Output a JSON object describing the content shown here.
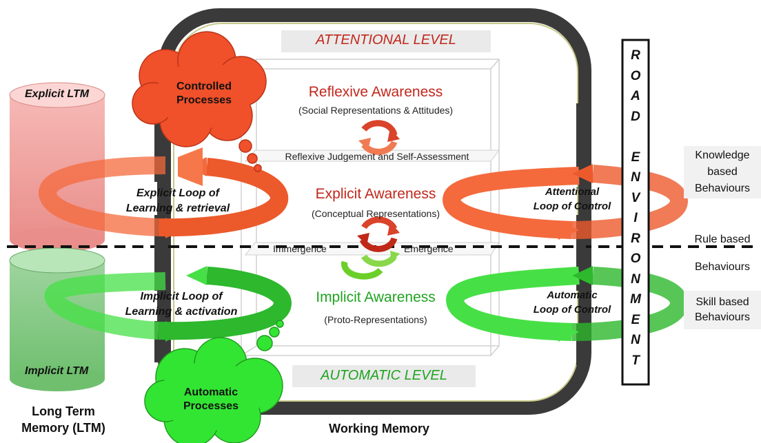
{
  "levels": {
    "attentional": "ATTENTIONAL LEVEL",
    "automatic": "AUTOMATIC LEVEL"
  },
  "clouds": {
    "controlled": [
      "Controlled",
      "Processes"
    ],
    "automatic": [
      "Automatic",
      "Processes"
    ]
  },
  "awareness": {
    "reflexive": {
      "title": "Reflexive Awareness",
      "subtitle": "(Social Representations & Attitudes)"
    },
    "reflexive_judgement": "Reflexive Judgement and Self-Assessment",
    "explicit": {
      "title": "Explicit Awareness",
      "subtitle": "(Conceptual Representations)"
    },
    "immergence": "Immergence",
    "emergence": "Emergence",
    "implicit": {
      "title": "Implicit Awareness",
      "subtitle": "(Proto-Representations)"
    }
  },
  "ltm": {
    "explicit_label": "Explicit LTM",
    "implicit_label": "Implicit LTM",
    "caption": [
      "Long Term",
      "Memory (LTM)"
    ]
  },
  "loops": {
    "explicit_learning": [
      "Explicit Loop of",
      "Learning & retrieval"
    ],
    "implicit_learning": [
      "Implicit Loop of",
      "Learning & activation"
    ],
    "attentional_control": [
      "Attentional",
      "Loop of Control"
    ],
    "automatic_control": [
      "Automatic",
      "Loop of Control"
    ]
  },
  "working_memory": "Working Memory",
  "environment_letters": [
    "R",
    "O",
    "A",
    "D",
    "",
    "E",
    "N",
    "V",
    "I",
    "R",
    "O",
    "N",
    "M",
    "E",
    "N",
    "T"
  ],
  "behaviours": {
    "knowledge": [
      "Knowledge",
      "based",
      "Behaviours"
    ],
    "rule": [
      "Rule based",
      "Behaviours"
    ],
    "skill": [
      "Skill based",
      "Behaviours"
    ]
  },
  "colors": {
    "red": "#cc2a1c",
    "orange_red": "#f0502a",
    "green": "#2db82d",
    "light_green": "#46e046",
    "dark_frame": "#3a3a3a"
  }
}
